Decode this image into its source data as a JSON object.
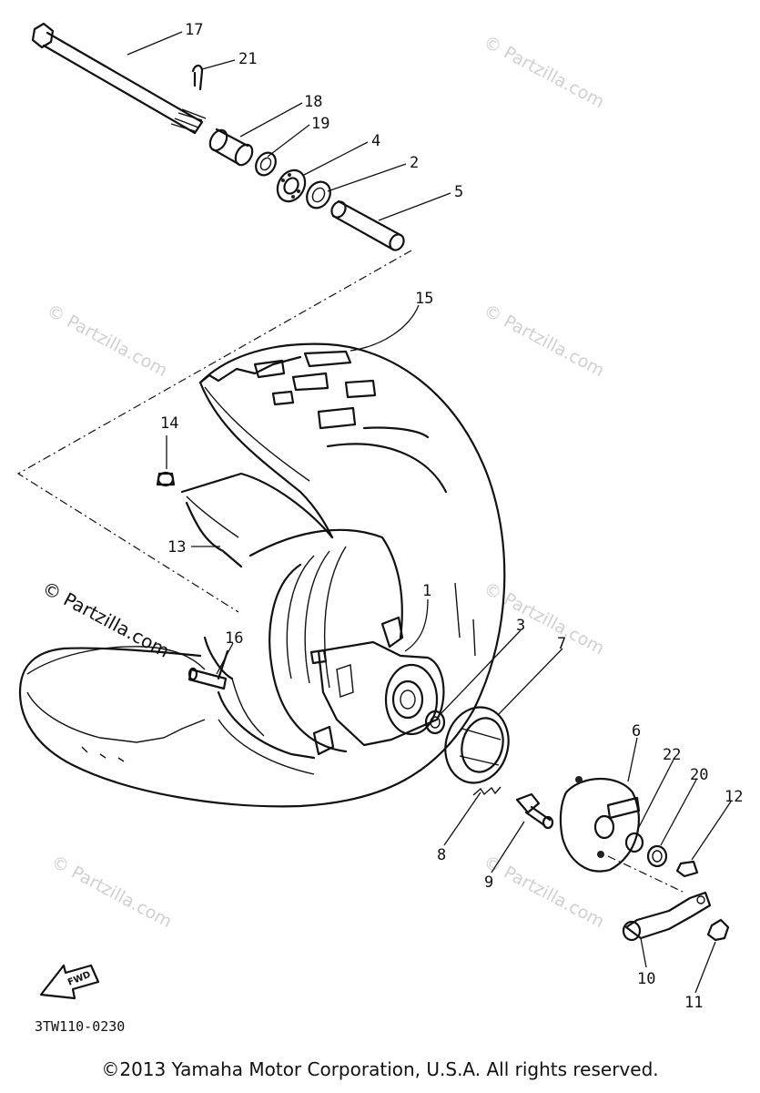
{
  "diagram": {
    "code": "3TW110-0230",
    "copyright": "©2013 Yamaha Motor Corporation, U.S.A. All rights reserved.",
    "watermark": "© Partzilla.com",
    "fwd_label": "FWD",
    "callouts": {
      "c1": "1",
      "c2": "2",
      "c3": "3",
      "c4": "4",
      "c5": "5",
      "c6": "6",
      "c7": "7",
      "c8": "8",
      "c9": "9",
      "c10": "10",
      "c11": "11",
      "c12": "12",
      "c13": "13",
      "c14": "14",
      "c15": "15",
      "c16": "16",
      "c17": "17",
      "c18": "18",
      "c19": "19",
      "c20": "20",
      "c21": "21",
      "c22": "22"
    }
  }
}
